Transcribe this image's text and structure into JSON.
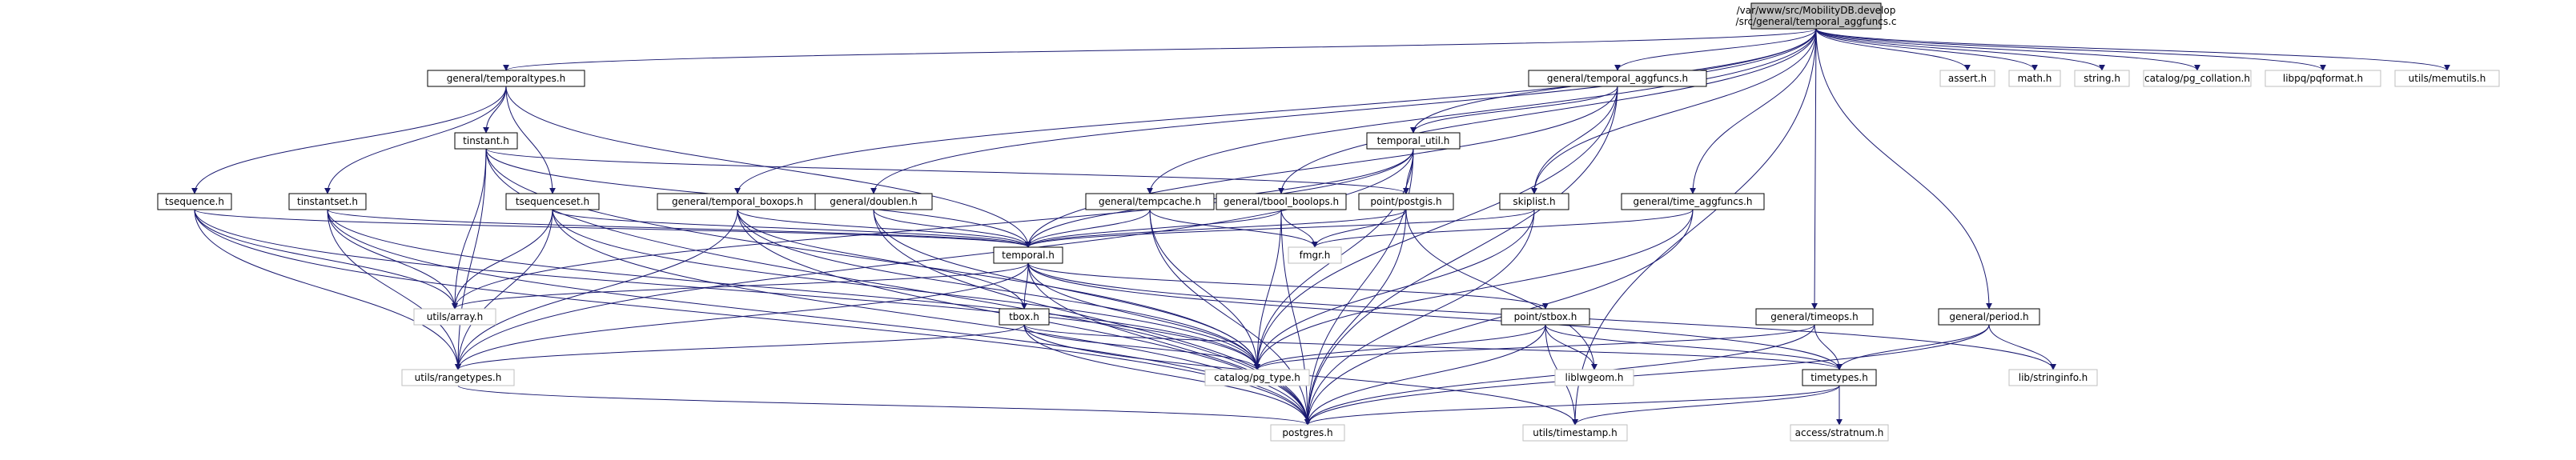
{
  "graph": {
    "colors": {
      "edge": "#191970",
      "root_fill": "#bfbfbf",
      "node_border": "#000000",
      "system_border": "#bfbfbf",
      "background": "#ffffff"
    },
    "nodes": [
      {
        "id": "root",
        "lines": [
          "/var/www/src/MobilityDB.develop",
          "/src/general/temporal_aggfuncs.c"
        ],
        "kind": "root"
      },
      {
        "id": "temporaltypes",
        "lines": [
          "general/temporaltypes.h"
        ],
        "kind": "local"
      },
      {
        "id": "temporal_aggfuncs_h",
        "lines": [
          "general/temporal_aggfuncs.h"
        ],
        "kind": "local"
      },
      {
        "id": "assert",
        "lines": [
          "assert.h"
        ],
        "kind": "sys"
      },
      {
        "id": "math",
        "lines": [
          "math.h"
        ],
        "kind": "sys"
      },
      {
        "id": "string",
        "lines": [
          "string.h"
        ],
        "kind": "sys"
      },
      {
        "id": "pg_collation",
        "lines": [
          "catalog/pg_collation.h"
        ],
        "kind": "sys"
      },
      {
        "id": "pqformat",
        "lines": [
          "libpq/pqformat.h"
        ],
        "kind": "sys"
      },
      {
        "id": "memutils",
        "lines": [
          "utils/memutils.h"
        ],
        "kind": "sys"
      },
      {
        "id": "tinstant",
        "lines": [
          "tinstant.h"
        ],
        "kind": "local"
      },
      {
        "id": "temporal_util",
        "lines": [
          "temporal_util.h"
        ],
        "kind": "local"
      },
      {
        "id": "tsequence",
        "lines": [
          "tsequence.h"
        ],
        "kind": "local"
      },
      {
        "id": "tinstantset",
        "lines": [
          "tinstantset.h"
        ],
        "kind": "local"
      },
      {
        "id": "tsequenceset",
        "lines": [
          "tsequenceset.h"
        ],
        "kind": "local"
      },
      {
        "id": "boxops",
        "lines": [
          "general/temporal_boxops.h"
        ],
        "kind": "local"
      },
      {
        "id": "doublen",
        "lines": [
          "general/doublen.h"
        ],
        "kind": "local"
      },
      {
        "id": "tempcache",
        "lines": [
          "general/tempcache.h"
        ],
        "kind": "local"
      },
      {
        "id": "tbool_boolops",
        "lines": [
          "general/tbool_boolops.h"
        ],
        "kind": "local"
      },
      {
        "id": "postgis",
        "lines": [
          "point/postgis.h"
        ],
        "kind": "local"
      },
      {
        "id": "skiplist",
        "lines": [
          "skiplist.h"
        ],
        "kind": "local"
      },
      {
        "id": "time_aggfuncs",
        "lines": [
          "general/time_aggfuncs.h"
        ],
        "kind": "local"
      },
      {
        "id": "temporal",
        "lines": [
          "temporal.h"
        ],
        "kind": "local"
      },
      {
        "id": "fmgr",
        "lines": [
          "fmgr.h"
        ],
        "kind": "sys"
      },
      {
        "id": "array",
        "lines": [
          "utils/array.h"
        ],
        "kind": "sys"
      },
      {
        "id": "tbox",
        "lines": [
          "tbox.h"
        ],
        "kind": "local"
      },
      {
        "id": "stbox",
        "lines": [
          "point/stbox.h"
        ],
        "kind": "local"
      },
      {
        "id": "timeops",
        "lines": [
          "general/timeops.h"
        ],
        "kind": "local"
      },
      {
        "id": "period",
        "lines": [
          "general/period.h"
        ],
        "kind": "local"
      },
      {
        "id": "rangetypes",
        "lines": [
          "utils/rangetypes.h"
        ],
        "kind": "sys"
      },
      {
        "id": "pg_type",
        "lines": [
          "catalog/pg_type.h"
        ],
        "kind": "sys"
      },
      {
        "id": "liblwgeom",
        "lines": [
          "liblwgeom.h"
        ],
        "kind": "sys"
      },
      {
        "id": "timetypes",
        "lines": [
          "timetypes.h"
        ],
        "kind": "local"
      },
      {
        "id": "stringinfo",
        "lines": [
          "lib/stringinfo.h"
        ],
        "kind": "sys"
      },
      {
        "id": "postgres",
        "lines": [
          "postgres.h"
        ],
        "kind": "sys"
      },
      {
        "id": "timestamp",
        "lines": [
          "utils/timestamp.h"
        ],
        "kind": "sys"
      },
      {
        "id": "stratnum",
        "lines": [
          "access/stratnum.h"
        ],
        "kind": "sys"
      }
    ],
    "edges": [
      [
        "root",
        "temporaltypes"
      ],
      [
        "root",
        "temporal_aggfuncs_h"
      ],
      [
        "root",
        "assert"
      ],
      [
        "root",
        "math"
      ],
      [
        "root",
        "string"
      ],
      [
        "root",
        "pg_collation"
      ],
      [
        "root",
        "pqformat"
      ],
      [
        "root",
        "memutils"
      ],
      [
        "root",
        "temporal_util"
      ],
      [
        "root",
        "boxops"
      ],
      [
        "root",
        "doublen"
      ],
      [
        "root",
        "tempcache"
      ],
      [
        "root",
        "tbool_boolops"
      ],
      [
        "root",
        "skiplist"
      ],
      [
        "root",
        "time_aggfuncs"
      ],
      [
        "root",
        "timeops"
      ],
      [
        "root",
        "period"
      ],
      [
        "root",
        "timestamp"
      ],
      [
        "temporaltypes",
        "tinstant"
      ],
      [
        "temporaltypes",
        "tsequence"
      ],
      [
        "temporaltypes",
        "tinstantset"
      ],
      [
        "temporaltypes",
        "tsequenceset"
      ],
      [
        "temporaltypes",
        "temporal"
      ],
      [
        "temporal_aggfuncs_h",
        "temporal_util"
      ],
      [
        "temporal_aggfuncs_h",
        "skiplist"
      ],
      [
        "temporal_aggfuncs_h",
        "temporal"
      ],
      [
        "temporal_aggfuncs_h",
        "pg_type"
      ],
      [
        "temporal_aggfuncs_h",
        "postgres"
      ],
      [
        "tinstant",
        "temporal"
      ],
      [
        "tinstant",
        "array"
      ],
      [
        "tinstant",
        "rangetypes"
      ],
      [
        "tinstant",
        "pg_type"
      ],
      [
        "tinstant",
        "postgres"
      ],
      [
        "tinstant",
        "postgis"
      ],
      [
        "temporal_util",
        "temporal"
      ],
      [
        "temporal_util",
        "postgis"
      ],
      [
        "temporal_util",
        "array"
      ],
      [
        "temporal_util",
        "rangetypes"
      ],
      [
        "temporal_util",
        "pg_type"
      ],
      [
        "temporal_util",
        "postgres"
      ],
      [
        "tsequence",
        "temporal"
      ],
      [
        "tsequence",
        "array"
      ],
      [
        "tsequence",
        "rangetypes"
      ],
      [
        "tsequence",
        "pg_type"
      ],
      [
        "tsequence",
        "postgres"
      ],
      [
        "tinstantset",
        "temporal"
      ],
      [
        "tinstantset",
        "array"
      ],
      [
        "tinstantset",
        "rangetypes"
      ],
      [
        "tinstantset",
        "pg_type"
      ],
      [
        "tinstantset",
        "postgres"
      ],
      [
        "tsequenceset",
        "temporal"
      ],
      [
        "tsequenceset",
        "array"
      ],
      [
        "tsequenceset",
        "rangetypes"
      ],
      [
        "tsequenceset",
        "pg_type"
      ],
      [
        "tsequenceset",
        "postgres"
      ],
      [
        "boxops",
        "temporal"
      ],
      [
        "boxops",
        "tbox"
      ],
      [
        "boxops",
        "rangetypes"
      ],
      [
        "boxops",
        "pg_type"
      ],
      [
        "boxops",
        "postgres"
      ],
      [
        "doublen",
        "temporal"
      ],
      [
        "doublen",
        "pg_type"
      ],
      [
        "doublen",
        "postgres"
      ],
      [
        "tempcache",
        "temporal"
      ],
      [
        "tempcache",
        "fmgr"
      ],
      [
        "tempcache",
        "pg_type"
      ],
      [
        "tempcache",
        "postgres"
      ],
      [
        "tbool_boolops",
        "temporal"
      ],
      [
        "tbool_boolops",
        "fmgr"
      ],
      [
        "tbool_boolops",
        "pg_type"
      ],
      [
        "tbool_boolops",
        "postgres"
      ],
      [
        "postgis",
        "temporal"
      ],
      [
        "postgis",
        "fmgr"
      ],
      [
        "postgis",
        "liblwgeom"
      ],
      [
        "postgis",
        "postgres"
      ],
      [
        "skiplist",
        "temporal"
      ],
      [
        "skiplist",
        "pg_type"
      ],
      [
        "skiplist",
        "postgres"
      ],
      [
        "time_aggfuncs",
        "fmgr"
      ],
      [
        "time_aggfuncs",
        "pg_type"
      ],
      [
        "time_aggfuncs",
        "postgres"
      ],
      [
        "temporal",
        "array"
      ],
      [
        "temporal",
        "tbox"
      ],
      [
        "temporal",
        "stbox"
      ],
      [
        "temporal",
        "rangetypes"
      ],
      [
        "temporal",
        "pg_type"
      ],
      [
        "temporal",
        "timetypes"
      ],
      [
        "temporal",
        "stringinfo"
      ],
      [
        "temporal",
        "postgres"
      ],
      [
        "tbox",
        "rangetypes"
      ],
      [
        "tbox",
        "pg_type"
      ],
      [
        "tbox",
        "timetypes"
      ],
      [
        "tbox",
        "postgres"
      ],
      [
        "tbox",
        "timestamp"
      ],
      [
        "stbox",
        "liblwgeom"
      ],
      [
        "stbox",
        "pg_type"
      ],
      [
        "stbox",
        "timetypes"
      ],
      [
        "stbox",
        "postgres"
      ],
      [
        "stbox",
        "timestamp"
      ],
      [
        "timeops",
        "pg_type"
      ],
      [
        "timeops",
        "timetypes"
      ],
      [
        "timeops",
        "postgres"
      ],
      [
        "period",
        "timetypes"
      ],
      [
        "period",
        "stringinfo"
      ],
      [
        "period",
        "postgres"
      ],
      [
        "timetypes",
        "postgres"
      ],
      [
        "timetypes",
        "timestamp"
      ],
      [
        "timetypes",
        "stratnum"
      ],
      [
        "rangetypes",
        "postgres"
      ]
    ]
  }
}
